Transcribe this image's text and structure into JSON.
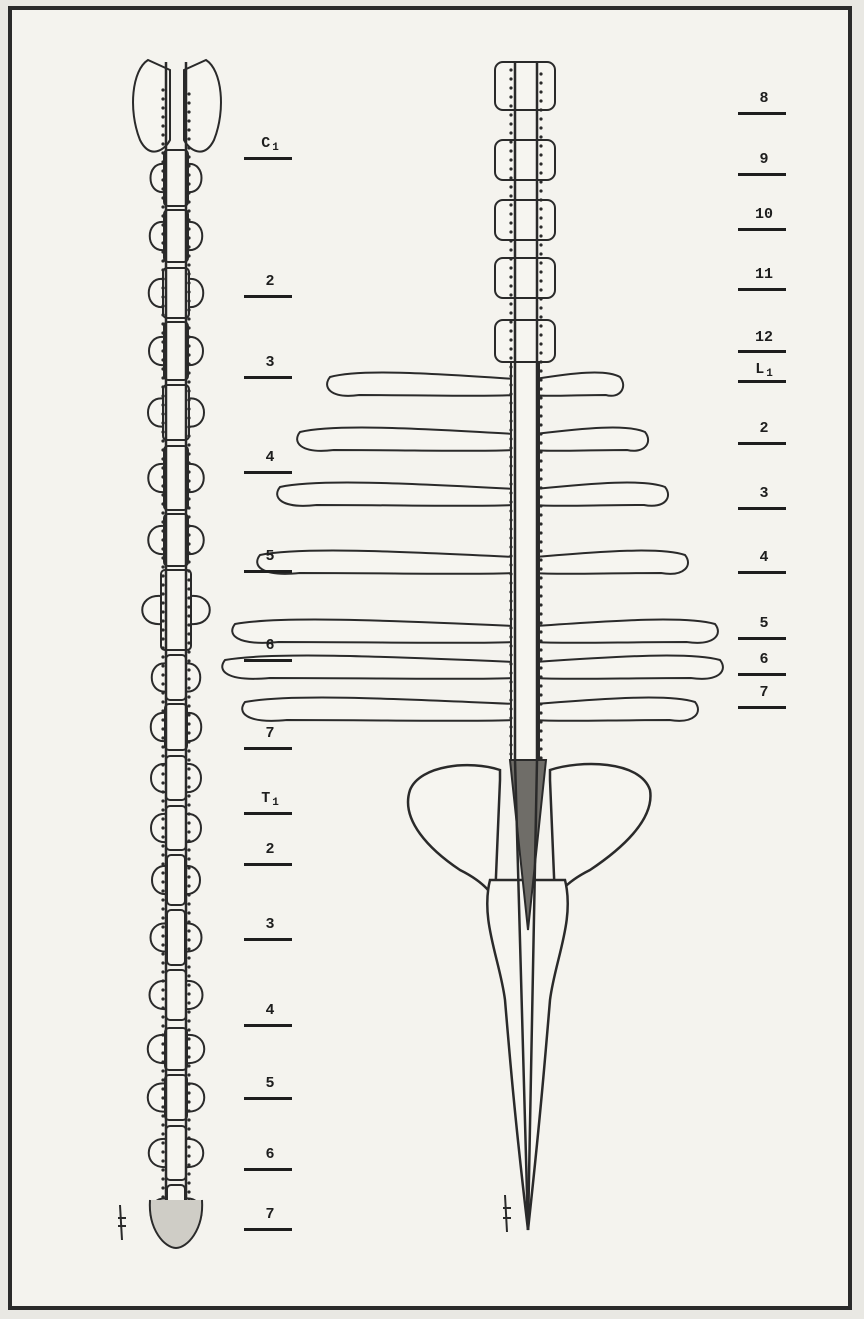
{
  "left_panel": {
    "segment_labels": [
      {
        "text": "C",
        "sub": "1"
      },
      {
        "text": "2"
      },
      {
        "text": "3"
      },
      {
        "text": "4"
      },
      {
        "text": "5"
      },
      {
        "text": "6"
      },
      {
        "text": "7"
      },
      {
        "text": "T",
        "sub": "1"
      },
      {
        "text": "2"
      },
      {
        "text": "3"
      },
      {
        "text": "4"
      },
      {
        "text": "5"
      },
      {
        "text": "6"
      },
      {
        "text": "7"
      }
    ]
  },
  "right_panel": {
    "segment_labels": [
      {
        "text": "8"
      },
      {
        "text": "9"
      },
      {
        "text": "10"
      },
      {
        "text": "11"
      },
      {
        "text": "12"
      },
      {
        "text": "L",
        "sub": "1"
      },
      {
        "text": "2"
      },
      {
        "text": "3"
      },
      {
        "text": "4"
      },
      {
        "text": "5"
      },
      {
        "text": "6"
      },
      {
        "text": "7"
      }
    ]
  }
}
